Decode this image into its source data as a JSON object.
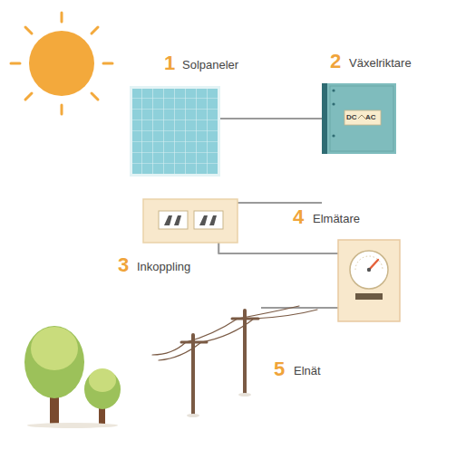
{
  "diagram": {
    "nodes": [
      {
        "text": [
          "1",
          "Solpaneler"
        ]
      },
      {
        "text": [
          "2",
          "Växelriktare",
          "DC",
          "AC"
        ]
      },
      {
        "text": [
          "3",
          "Inkoppling"
        ]
      },
      {
        "text": [
          "4",
          "Elmätare"
        ]
      },
      {
        "text": [
          "5",
          "Elnät"
        ]
      }
    ],
    "edges": [
      {
        "from": 0,
        "to": 1,
        "arrow": "none"
      },
      {
        "from": 1,
        "to": 2,
        "arrow": "none"
      },
      {
        "from": 2,
        "to": 3,
        "arrow": "none"
      },
      {
        "from": 3,
        "to": 4,
        "arrow": "none"
      }
    ]
  }
}
